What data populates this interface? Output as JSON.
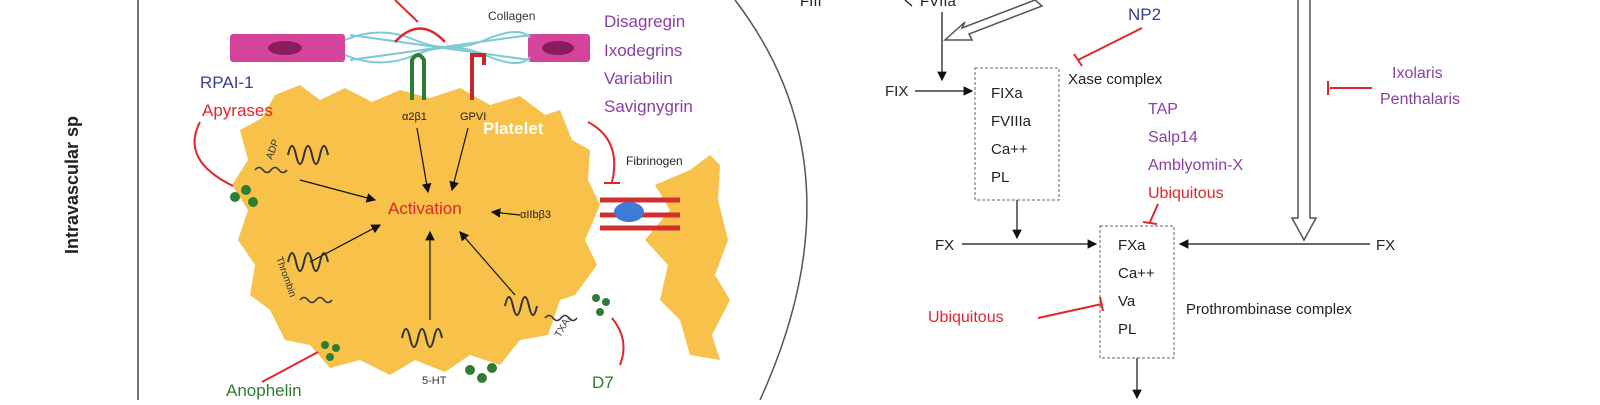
{
  "side_label": "Intravascular sp",
  "platelet": {
    "title": "Platelet",
    "activation": "Activation",
    "collagen": "Collagen",
    "fibrinogen": "Fibrinogen",
    "receptors": {
      "a2b1": "α2β1",
      "gpvi": "GPVI",
      "aiib3": "αIIbβ3"
    },
    "agonists": {
      "adp": "ADP",
      "thrombin": "Thrombin",
      "txa2": "TXA₂",
      "ht5": "5-HT"
    }
  },
  "inhibitors_platelet": {
    "rpai": "RPAI-1",
    "apyrases": "Apyrases",
    "disagregin": "Disagregin",
    "ixodegrins": "Ixodegrins",
    "variabilin": "Variabilin",
    "savignygrin": "Savignygrin",
    "anophelin": "Anophelin",
    "d7": "D7"
  },
  "cascade": {
    "fii": "FIII",
    "fviia": "FVIIa",
    "fix": "FIX",
    "fx_left": "FX",
    "fx_right": "FX",
    "np2": "NP2",
    "xase_label": "Xase complex",
    "xase_items": [
      "FIXa",
      "FVIIIa",
      "Ca++",
      "PL"
    ],
    "prothrombinase_label": "Prothrombinase complex",
    "prothrombinase_items": [
      "FXa",
      "Ca++",
      "Va",
      "PL"
    ],
    "xase_inhibitors": [
      "TAP",
      "Salp14",
      "Amblyomin-X"
    ],
    "ubiquitous_top": "Ubiquitous",
    "ubiquitous_left": "Ubiquitous",
    "ixolaris": "Ixolaris",
    "penthalaris": "Penthalaris"
  },
  "colors": {
    "blue": "#3b3d8f",
    "purple": "#8a3fa6",
    "red": "#e0262b",
    "green": "#2e7d32",
    "platelet": "#f7c14a",
    "collagen_cell": "#d4449a"
  }
}
